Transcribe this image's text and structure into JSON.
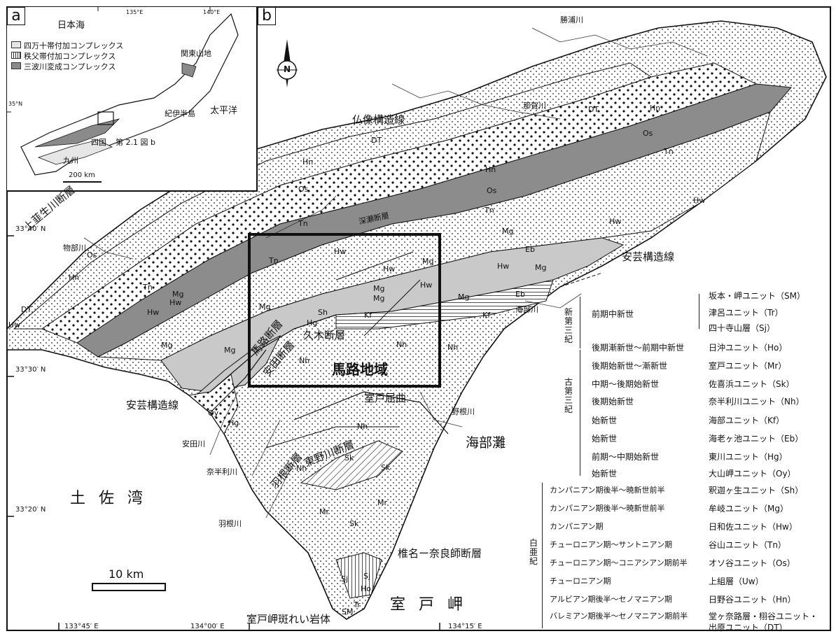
{
  "panels": {
    "a": "a",
    "b": "b"
  },
  "inset": {
    "sea_north": "日本海",
    "ocean": "太平洋",
    "kanto": "関東山地",
    "kii": "紀伊半島",
    "shikoku": "四国",
    "kyushu": "九州",
    "fig_ref": "第 2.1 図 b",
    "scale": "200 km",
    "lon135": "135°E",
    "lon140": "140°E",
    "lat35": "35°N",
    "legend": [
      {
        "label": "四万十帯付加コンプレックス",
        "color": "#e6e6e6",
        "pattern": "plain"
      },
      {
        "label": "秩父帯付加コンプレックス",
        "color": "#ffffff",
        "pattern": "vlines"
      },
      {
        "label": "三波川変成コンプレックス",
        "color": "#8a8a8a",
        "pattern": "plain"
      }
    ]
  },
  "map": {
    "colors": {
      "tn": "#8c8c8c",
      "mg": "#c9c9c9",
      "frame": "#111111"
    },
    "rivers": {
      "katsura": "勝浦川",
      "naka": "那賀川",
      "kainan": "海部川",
      "nane": "野根川",
      "yasuda": "安田川",
      "nahari": "奈半利川",
      "hane": "羽根川",
      "monobe": "物部川"
    },
    "structures": {
      "butsuzo": "仏像構造線",
      "aki_east": "安芸構造線",
      "aki_west": "安芸構造線",
      "fukase": "深瀬断層",
      "kaminiu": "上韮生川断層",
      "umaji_f": "馬路断層",
      "yasuda_f": "安田断層",
      "kuki": "久木断層",
      "muroto_bend": "室戸屈曲",
      "higashino": "東野川断層",
      "hane_f": "羽根断層",
      "shiina": "椎名ー奈良師断層",
      "gabbro": "室戸岬斑れい岩体"
    },
    "places": {
      "study_area": "馬路地域",
      "tosa_bay": "土 佐 湾",
      "kaifu_nada": "海部灘",
      "cape": "室 戸 岬"
    },
    "unit_labels": {
      "dt": "DT",
      "hn": "Hn",
      "os": "Os",
      "tn": "Tn",
      "hw": "Hw",
      "mg": "Mg",
      "sh": "Sh",
      "hg": "Hg",
      "kf": "Kf",
      "eb": "Eb",
      "nh": "Nh",
      "oy": "Oy",
      "sk": "Sk",
      "mr": "Mr",
      "sj": "Sj",
      "ho": "Ho",
      "tr": "Tr",
      "sm": "SM",
      "uw": "Uw"
    },
    "scale_bar": "10 km",
    "axes": {
      "lat": [
        "33°40′ N",
        "33°30′ N",
        "33°20′ N"
      ],
      "lon": [
        "133°45′ E",
        "134°00′ E",
        "134°15′ E"
      ]
    },
    "north": "N"
  },
  "legend": {
    "neogene": "新第三紀",
    "paleogene": "古第三紀",
    "cretaceous": "白亜紀",
    "neo_age": "前期中新世",
    "neo_units": [
      "坂本・岬ユニット（SM）",
      "津呂ユニット（Tr）",
      "四十寺山層（Sj）"
    ],
    "paleo": [
      {
        "age": "後期漸新世〜前期中新世",
        "unit": "日沖ユニット（Ho）"
      },
      {
        "age": "後期始新世〜漸新世",
        "unit": "室戸ユニット（Mr）"
      },
      {
        "age": "中期〜後期始新世",
        "unit": "佐喜浜ユニット（Sk）"
      },
      {
        "age": "後期始新世",
        "unit": "奈半利川ユニット（Nh）"
      },
      {
        "age": "始新世",
        "unit": "海部ユニット（Kf）"
      },
      {
        "age": "始新世",
        "unit": "海老ヶ池ユニット（Eb）"
      },
      {
        "age": "前期〜中期始新世",
        "unit": "東川ユニット（Hg）"
      },
      {
        "age": "始新世",
        "unit": "大山岬ユニット（Oy）"
      }
    ],
    "cret": [
      {
        "age": "カンパニアン期後半〜暁新世前半",
        "unit": "釈迦ヶ生ユニット（Sh）"
      },
      {
        "age": "カンパニアン期後半〜暁新世前半",
        "unit": "牟岐ユニット（Mg）"
      },
      {
        "age": "カンパニアン期",
        "unit": "日和佐ユニット（Hw）"
      },
      {
        "age": "チューロニアン期〜サントニアン期",
        "unit": "谷山ユニット（Tn）"
      },
      {
        "age": "チューロニアン期〜コニアシアン期前半",
        "unit": "オソ谷ユニット（Os）"
      },
      {
        "age": "チューロニアン期",
        "unit": "上組層（Uw）"
      },
      {
        "age": "アルビアン期後半〜セノマニアン期",
        "unit": "日野谷ユニット（Hn）"
      },
      {
        "age": "バレミアン期後半〜セノマニアン期前半",
        "unit": "堂ヶ奈路層・栩谷ユニット・"
      },
      {
        "age": "",
        "unit": "出原ユニット（DT）"
      }
    ]
  }
}
